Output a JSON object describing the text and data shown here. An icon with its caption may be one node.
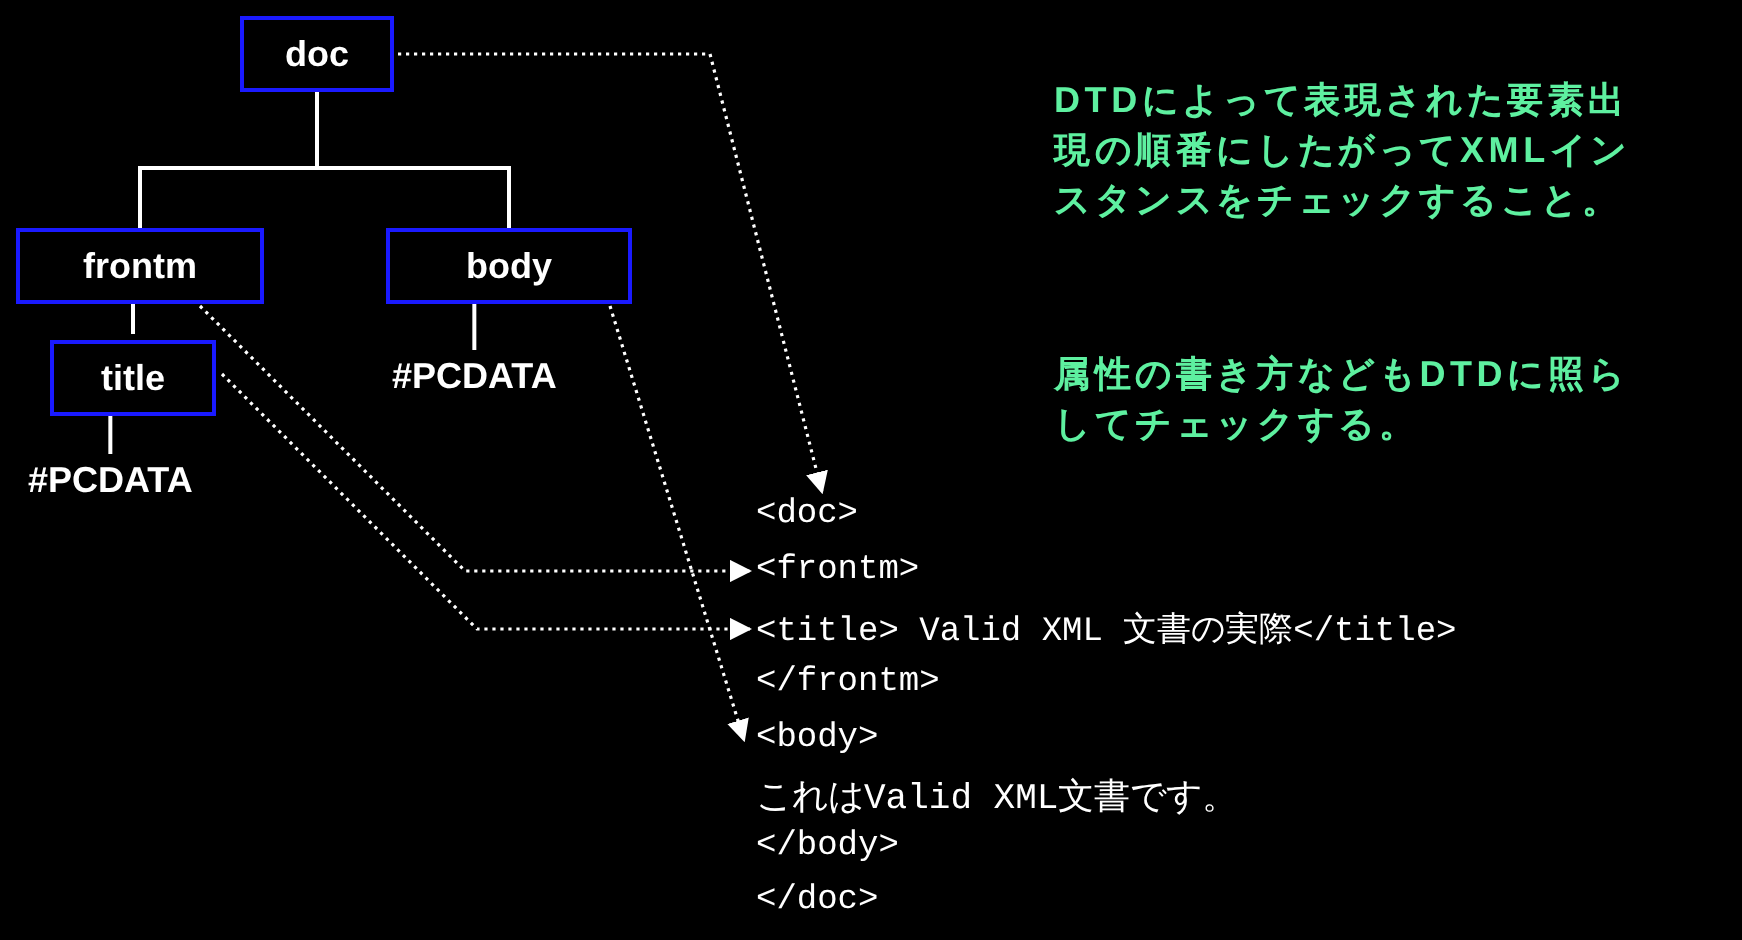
{
  "diagram": {
    "nodes": [
      {
        "text": [
          "doc"
        ]
      },
      {
        "text": [
          "frontm"
        ]
      },
      {
        "text": [
          "body"
        ]
      },
      {
        "text": [
          "title"
        ]
      },
      {
        "text": [
          "#PCDATA"
        ]
      },
      {
        "text": [
          "#PCDATA"
        ]
      },
      {
        "text": [
          "<doc>"
        ]
      },
      {
        "text": [
          "<frontm>"
        ]
      },
      {
        "text": [
          "<title> Valid XML 文書の実際</title>"
        ]
      },
      {
        "text": [
          "<body>"
        ]
      }
    ],
    "edges": [
      {
        "from": 0,
        "to": 1,
        "arrow": "none"
      },
      {
        "from": 0,
        "to": 2,
        "arrow": "none"
      },
      {
        "from": 1,
        "to": 3,
        "arrow": "none"
      },
      {
        "from": 2,
        "to": 4,
        "arrow": "none"
      },
      {
        "from": 3,
        "to": 5,
        "arrow": "none"
      },
      {
        "from": 0,
        "to": 6,
        "arrow": "to",
        "style": "dashed"
      },
      {
        "from": 1,
        "to": 7,
        "arrow": "to",
        "style": "dashed"
      },
      {
        "from": 3,
        "to": 8,
        "arrow": "to",
        "style": "dashed"
      },
      {
        "from": 2,
        "to": 9,
        "arrow": "to",
        "style": "dashed"
      }
    ],
    "labels": [
      "DTDによって表現された要素出現の順番にしたがってXMLインスタンスをチェックすること。",
      "属性の書き方などもDTDに照らしてチェックする。",
      "</frontm>",
      "これはValid XML文書です。",
      "</body>",
      "</doc>"
    ]
  }
}
